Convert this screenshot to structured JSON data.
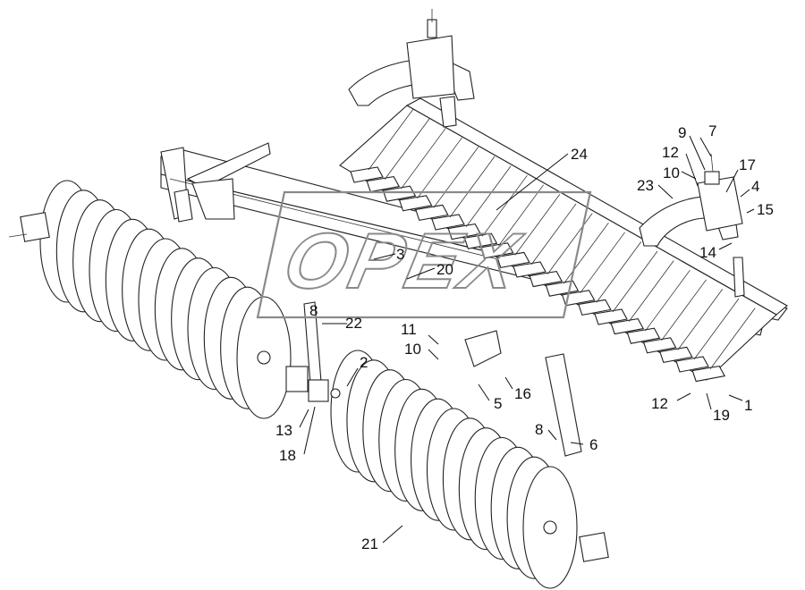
{
  "watermark": {
    "text": "OPEX"
  },
  "callouts": [
    {
      "id": "c1",
      "text": "1"
    },
    {
      "id": "c2",
      "text": "2"
    },
    {
      "id": "c3",
      "text": "3"
    },
    {
      "id": "c4",
      "text": "4"
    },
    {
      "id": "c5",
      "text": "5"
    },
    {
      "id": "c6",
      "text": "6"
    },
    {
      "id": "c7",
      "text": "7"
    },
    {
      "id": "c8a",
      "text": "8"
    },
    {
      "id": "c8b",
      "text": "8"
    },
    {
      "id": "c9",
      "text": "9"
    },
    {
      "id": "c10a",
      "text": "10"
    },
    {
      "id": "c10b",
      "text": "10"
    },
    {
      "id": "c11",
      "text": "11"
    },
    {
      "id": "c12a",
      "text": "12"
    },
    {
      "id": "c12b",
      "text": "12"
    },
    {
      "id": "c13",
      "text": "13"
    },
    {
      "id": "c14",
      "text": "14"
    },
    {
      "id": "c15",
      "text": "15"
    },
    {
      "id": "c16",
      "text": "16"
    },
    {
      "id": "c17",
      "text": "17"
    },
    {
      "id": "c18",
      "text": "18"
    },
    {
      "id": "c19",
      "text": "19"
    },
    {
      "id": "c20",
      "text": "20"
    },
    {
      "id": "c21",
      "text": "21"
    },
    {
      "id": "c22",
      "text": "22"
    },
    {
      "id": "c23",
      "text": "23"
    },
    {
      "id": "c24",
      "text": "24"
    }
  ]
}
